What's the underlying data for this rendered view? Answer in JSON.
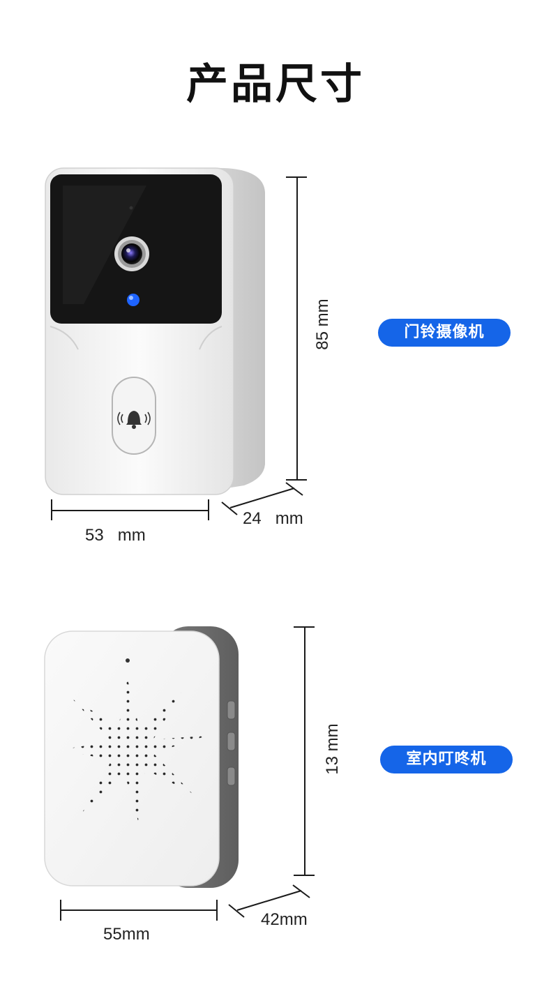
{
  "page": {
    "title": "产品尺寸"
  },
  "doorbell_camera": {
    "label": "门铃摄像机",
    "height_label": "85 mm",
    "width_label": "53   mm",
    "depth_label": "24   mm"
  },
  "indoor_chime": {
    "label": "室内叮咚机",
    "height_label": "13 mm",
    "width_label": "55mm",
    "depth_label": "42mm"
  },
  "colors": {
    "accent": "#1565e8",
    "device_white": "#f5f5f5",
    "camera_panel": "#151515",
    "chime_side": "#6e6e6e"
  },
  "icons": {
    "camera_lens": "camera-lens-icon",
    "status_led": "led-indicator-icon",
    "bell": "bell-icon"
  }
}
